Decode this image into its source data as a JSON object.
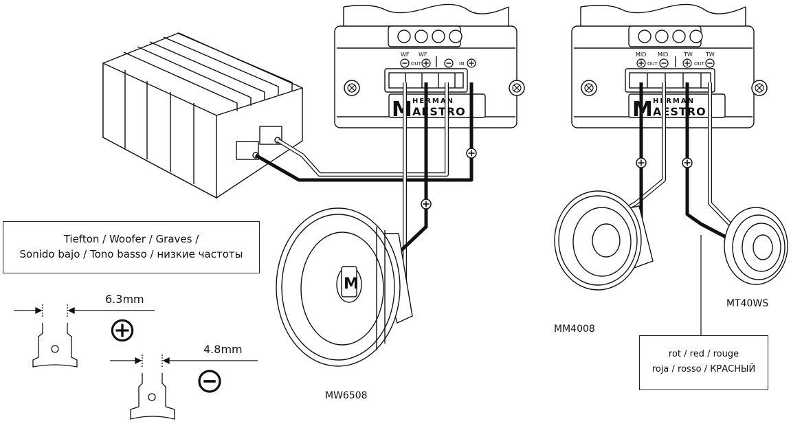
{
  "woofer_box": {
    "line1": "Tiefton / Woofer / Graves /",
    "line2": "Sonido bajo / Tono basso / низкие частоты"
  },
  "color_box": {
    "line1": "rot / red / rouge",
    "line2": "roja / rosso / КРАСНЫЙ"
  },
  "terminal_sizes": {
    "large": "6.3mm",
    "small": "4.8mm"
  },
  "speakers": {
    "woofer": "MW6508",
    "mid": "MM4008",
    "tweeter": "MT40WS"
  },
  "crossover_left": {
    "labels": [
      "WF",
      "WF",
      "IN"
    ],
    "out_label": "OUT",
    "logo_top": "HERMAN",
    "logo_main": "AESTRO",
    "logo_initial": "M"
  },
  "crossover_right": {
    "labels": [
      "MID",
      "MID",
      "TW",
      "TW"
    ],
    "out_labels": [
      "OUT",
      "OUT"
    ],
    "logo_top": "HERMAN",
    "logo_main": "AESTRO",
    "logo_initial": "M"
  },
  "woofer_logo": "M"
}
